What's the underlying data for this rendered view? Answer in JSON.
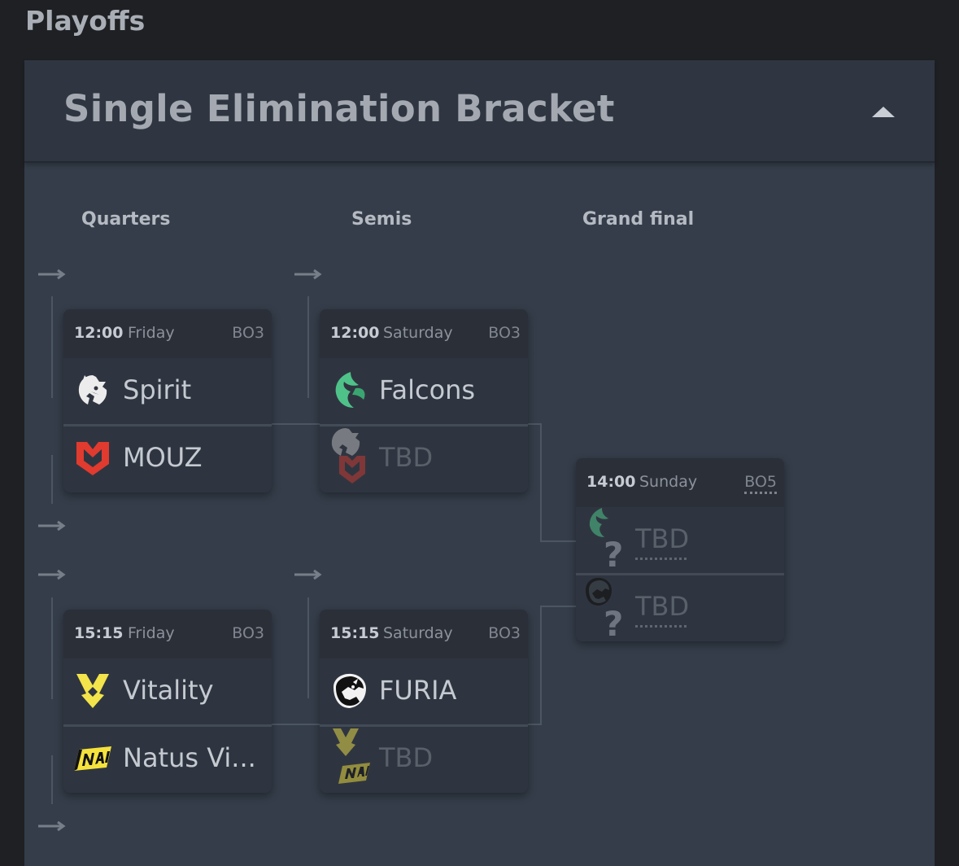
{
  "page": {
    "title": "Playoffs"
  },
  "panel": {
    "title": "Single Elimination Bracket",
    "collapse_icon": "caret-up-icon"
  },
  "rounds": [
    "Quarters",
    "Semis",
    "Grand final"
  ],
  "matches": [
    {
      "id": "qf1",
      "time": "12:00",
      "day": "Friday",
      "format": "BO3",
      "teams": [
        {
          "name": "Spirit",
          "logo": "spirit-dragon-icon"
        },
        {
          "name": "MOUZ",
          "logo": "mouz-logo-icon"
        }
      ]
    },
    {
      "id": "qf2",
      "time": "15:15",
      "day": "Friday",
      "format": "BO3",
      "teams": [
        {
          "name": "Vitality",
          "logo": "vitality-bee-icon"
        },
        {
          "name": "Natus Vi...",
          "logo": "navi-logo-icon"
        }
      ]
    },
    {
      "id": "sf1",
      "time": "12:00",
      "day": "Saturday",
      "format": "BO3",
      "teams": [
        {
          "name": "Falcons",
          "logo": "falcons-logo-icon"
        },
        {
          "name": "TBD",
          "logo": "spirit-or-mouz-icon"
        }
      ]
    },
    {
      "id": "sf2",
      "time": "15:15",
      "day": "Saturday",
      "format": "BO3",
      "teams": [
        {
          "name": "FURIA",
          "logo": "furia-panther-icon"
        },
        {
          "name": "TBD",
          "logo": "vitality-or-navi-icon"
        }
      ]
    },
    {
      "id": "gf",
      "time": "14:00",
      "day": "Sunday",
      "format": "BO5",
      "teams": [
        {
          "name": "TBD",
          "logo": "falcons-or-unknown-icon"
        },
        {
          "name": "TBD",
          "logo": "furia-or-unknown-icon"
        }
      ]
    }
  ],
  "colors": {
    "spirit": "#e8e8e8",
    "mouz": "#e13a2f",
    "vitality": "#f2e44a",
    "navi": "#f5e23d",
    "falcons": "#4fc289",
    "furia": "#111111"
  }
}
